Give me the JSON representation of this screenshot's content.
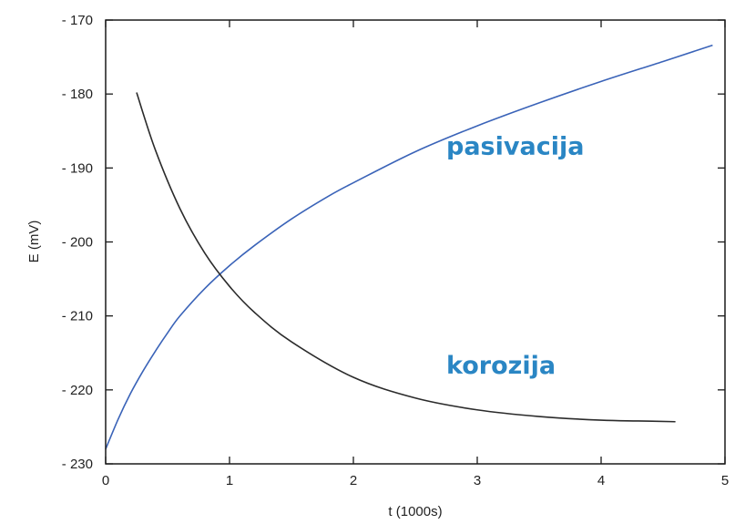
{
  "chart_data": {
    "type": "line",
    "xlabel": "t (1000s)",
    "ylabel": "E (mV)",
    "xlim": [
      0,
      5
    ],
    "ylim": [
      -230,
      -170
    ],
    "xticks": [
      0,
      1,
      2,
      3,
      4,
      5
    ],
    "xtick_labels": [
      "0",
      "1",
      "2",
      "3",
      "4",
      "5"
    ],
    "yticks": [
      -170,
      -180,
      -190,
      -200,
      -210,
      -220,
      -230
    ],
    "ytick_labels": [
      "- 170",
      "- 180",
      "- 190",
      "- 200",
      "- 210",
      "- 220",
      "- 230"
    ],
    "grid": false,
    "series": [
      {
        "label": "pasivacija",
        "color": "#3a63b8",
        "x": [
          0.0,
          0.1,
          0.2,
          0.3,
          0.4,
          0.5,
          0.6,
          0.8,
          1.0,
          1.2,
          1.5,
          1.8,
          2.0,
          2.5,
          3.0,
          3.5,
          4.0,
          4.5,
          4.9
        ],
        "y": [
          -228.0,
          -224.0,
          -220.5,
          -217.5,
          -214.8,
          -212.3,
          -210.0,
          -206.3,
          -203.2,
          -200.5,
          -196.9,
          -193.8,
          -192.0,
          -187.8,
          -184.3,
          -181.2,
          -178.3,
          -175.6,
          -173.4
        ]
      },
      {
        "label": "korozija",
        "color": "#2b2b2b",
        "x": [
          0.25,
          0.4,
          0.6,
          0.8,
          1.0,
          1.2,
          1.5,
          2.0,
          2.5,
          3.0,
          3.5,
          4.0,
          4.3,
          4.6
        ],
        "y": [
          -179.8,
          -187.5,
          -195.5,
          -201.5,
          -206.0,
          -209.5,
          -213.5,
          -218.3,
          -221.1,
          -222.7,
          -223.6,
          -224.1,
          -224.2,
          -224.3
        ]
      }
    ],
    "annotations": [
      {
        "text": "pasivacija",
        "x": 2.75,
        "y": -188.2,
        "color": "#2a86c4"
      },
      {
        "text": "korozija",
        "x": 2.75,
        "y": -217.8,
        "color": "#2a86c4"
      }
    ]
  }
}
